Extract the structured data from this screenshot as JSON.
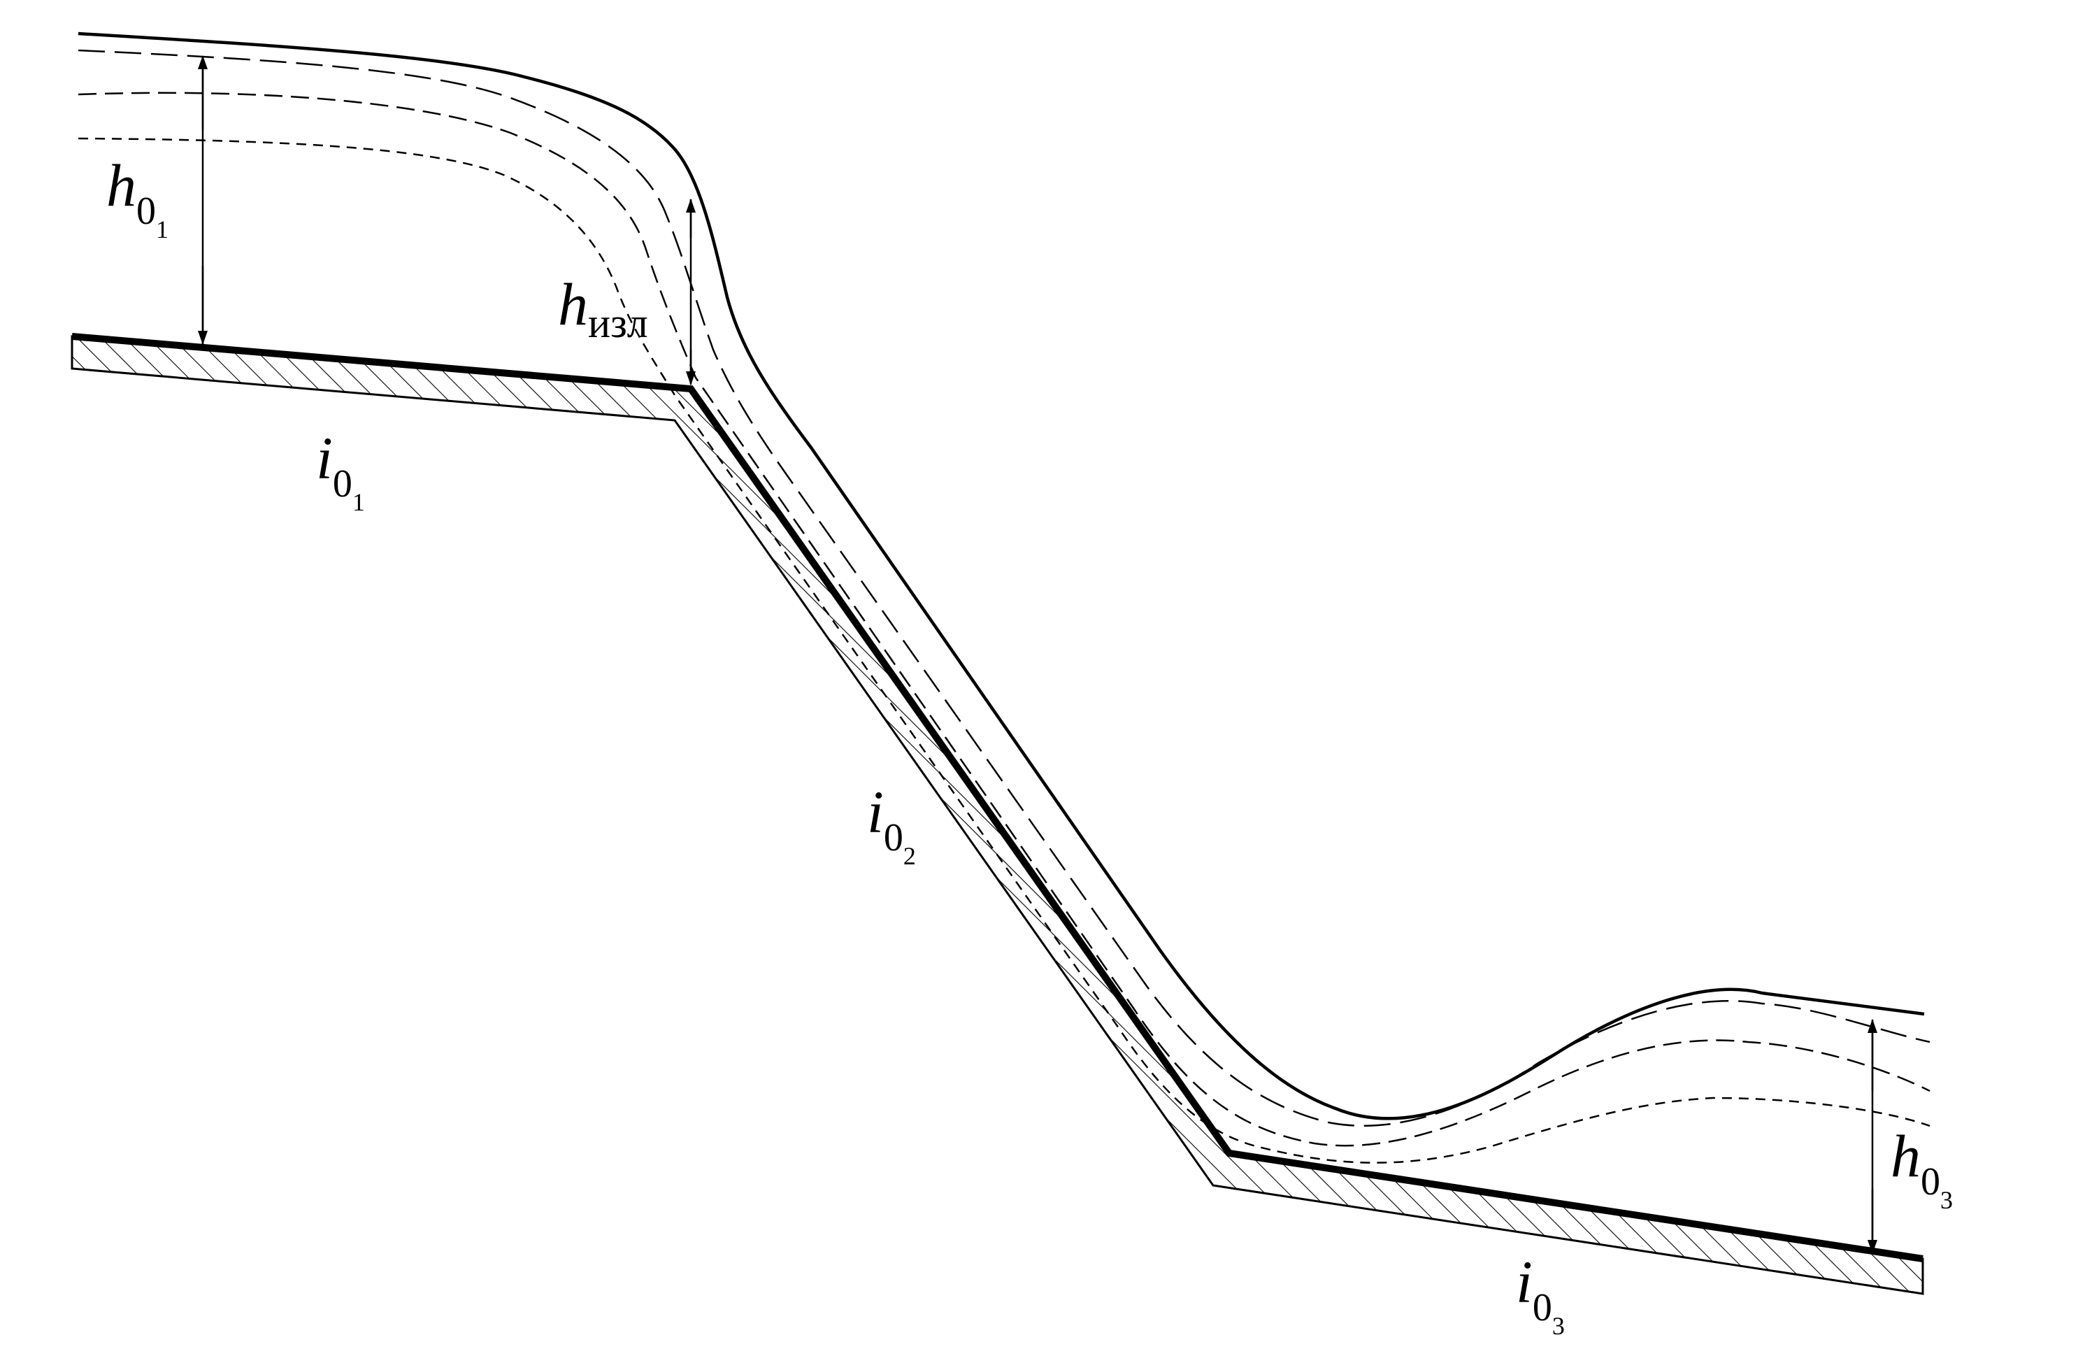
{
  "labels": {
    "h01": {
      "base": "h",
      "sub": "0",
      "subsub": "1"
    },
    "h_izl": {
      "base": "h",
      "sub": "изл"
    },
    "i01": {
      "base": "i",
      "sub": "0",
      "subsub": "1"
    },
    "i02": {
      "base": "i",
      "sub": "0",
      "subsub": "2"
    },
    "i03": {
      "base": "i",
      "sub": "0",
      "subsub": "3"
    },
    "h03": {
      "base": "h",
      "sub": "0",
      "subsub": "3"
    }
  },
  "colors": {
    "ink": "#000000",
    "paper": "#ffffff"
  }
}
